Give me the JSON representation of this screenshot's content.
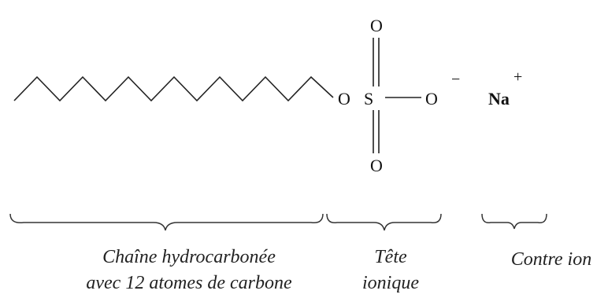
{
  "molecule": {
    "atoms": {
      "o_ester": "O",
      "s": "S",
      "o_top": "O",
      "o_bottom": "O",
      "o_anion": "O",
      "anion_charge": "−",
      "counter_ion": "Na",
      "counter_charge": "+"
    }
  },
  "captions": {
    "chain_line1": "Chaîne hydrocarbonée",
    "chain_line2": "avec 12 atomes de carbone",
    "head_line1": "Tête",
    "head_line2": "ionique",
    "counter_ion": "Contre ion"
  },
  "colors": {
    "ink": "#222222",
    "background": "#ffffff"
  }
}
